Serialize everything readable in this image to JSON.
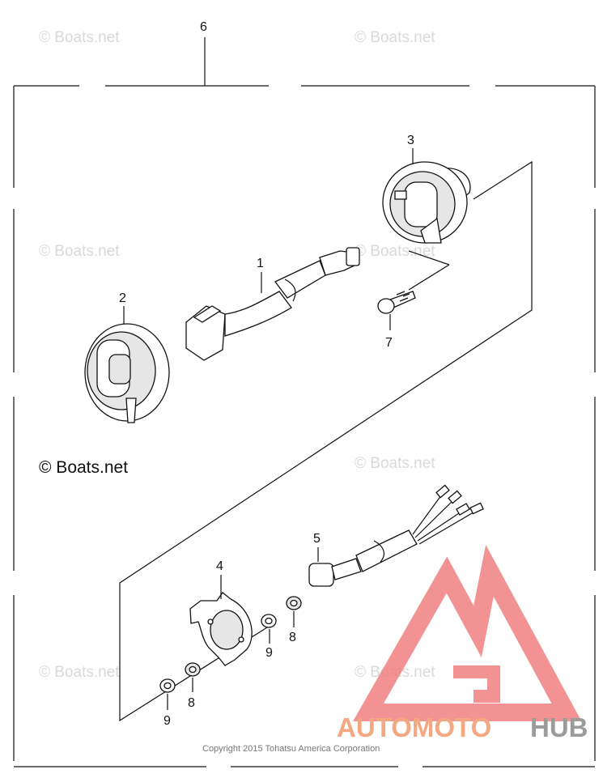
{
  "callouts": {
    "c1": "1",
    "c2": "2",
    "c3": "3",
    "c4": "4",
    "c5": "5",
    "c6": "6",
    "c7": "7",
    "c8a": "8",
    "c8b": "8",
    "c9a": "9",
    "c9b": "9"
  },
  "watermarks": {
    "faint": "© Boats.net",
    "main": "© Boats.net"
  },
  "copyright": "Copyright 2015 Tohatsu America Corporation",
  "logo": {
    "text_part1": "AUTOMOTO",
    "text_part2": "HUB",
    "color_primary": "#f29a6c",
    "color_secondary": "#8a8a8a",
    "triangle_color": "#f08080"
  }
}
